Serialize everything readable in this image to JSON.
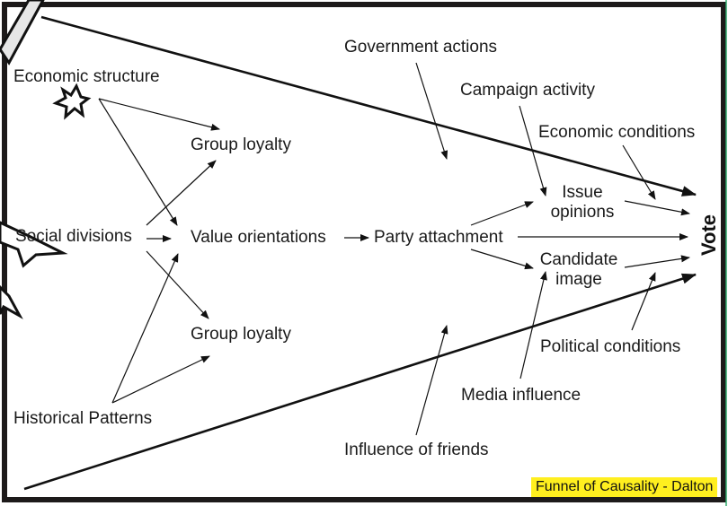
{
  "diagram": {
    "title": "Funnel of Causality",
    "caption": "Funnel of Causality - Dalton",
    "caption_highlight_color": "#ffef1f",
    "outcome": "Vote",
    "nodes": {
      "economic_structure": "Economic structure",
      "social_divisions": "Social divisions",
      "historical_patterns": "Historical Patterns",
      "group_loyalty_top": "Group loyalty",
      "group_loyalty_bottom": "Group loyalty",
      "value_orientations": "Value orientations",
      "party_attachment": "Party attachment",
      "issue_opinions_line1": "Issue",
      "issue_opinions_line2": "opinions",
      "candidate_image_line1": "Candidate",
      "candidate_image_line2": "image",
      "government_actions": "Government actions",
      "campaign_activity": "Campaign activity",
      "economic_conditions": "Economic conditions",
      "political_conditions": "Political conditions",
      "media_influence": "Media influence",
      "influence_of_friends": "Influence of friends"
    },
    "edges": [
      {
        "from": "Economic structure",
        "to": "Group loyalty (top)"
      },
      {
        "from": "Economic structure",
        "to": "Value orientations"
      },
      {
        "from": "Social divisions",
        "to": "Group loyalty (top)"
      },
      {
        "from": "Social divisions",
        "to": "Value orientations"
      },
      {
        "from": "Social divisions",
        "to": "Group loyalty (bottom)"
      },
      {
        "from": "Historical Patterns",
        "to": "Value orientations"
      },
      {
        "from": "Historical Patterns",
        "to": "Group loyalty (bottom)"
      },
      {
        "from": "Value orientations",
        "to": "Party attachment"
      },
      {
        "from": "Party attachment",
        "to": "Issue opinions"
      },
      {
        "from": "Party attachment",
        "to": "Vote"
      },
      {
        "from": "Party attachment",
        "to": "Candidate image"
      },
      {
        "from": "Issue opinions",
        "to": "Vote"
      },
      {
        "from": "Candidate image",
        "to": "Vote"
      },
      {
        "from": "Government actions",
        "to": "funnel interior"
      },
      {
        "from": "Campaign activity",
        "to": "Issue opinions"
      },
      {
        "from": "Economic conditions",
        "to": "Vote"
      },
      {
        "from": "Media influence",
        "to": "Candidate image"
      },
      {
        "from": "Political conditions",
        "to": "Vote"
      },
      {
        "from": "Influence of friends",
        "to": "funnel interior"
      }
    ]
  }
}
